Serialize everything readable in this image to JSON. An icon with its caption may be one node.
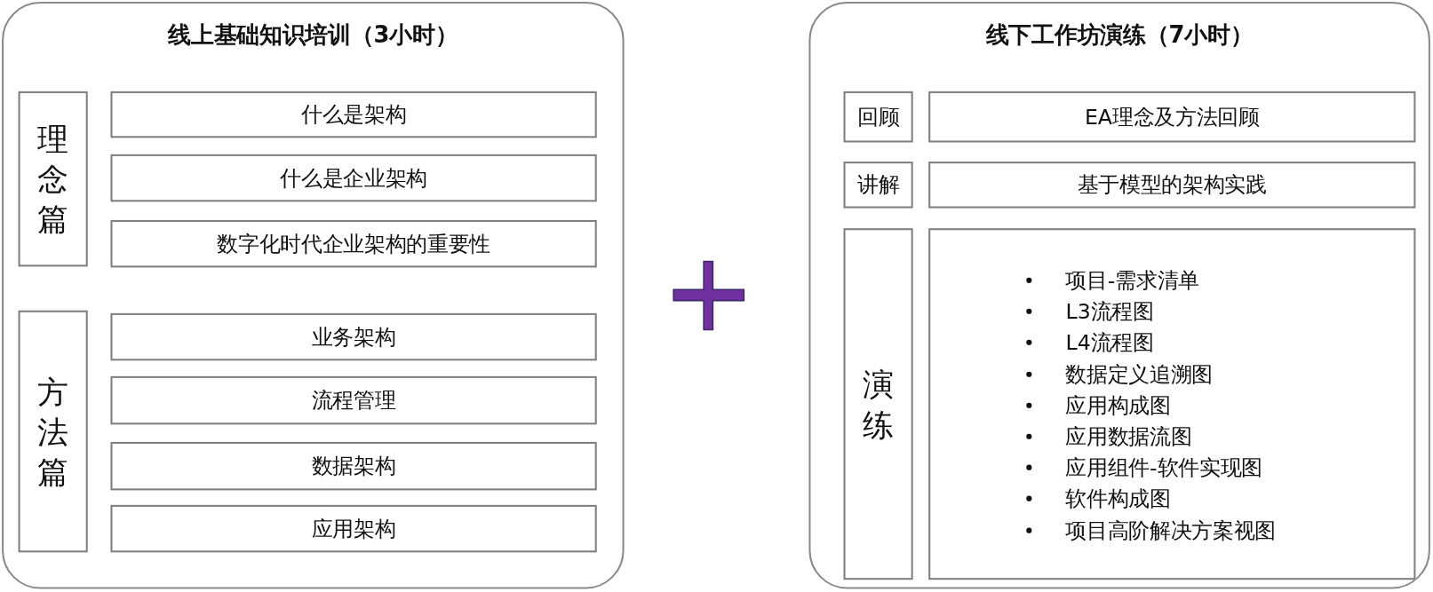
{
  "diagram": {
    "nodes": [
      {
        "text": [
          "线上基础知识培训（3小时）"
        ]
      },
      {
        "text": [
          "理念篇"
        ],
        "in": 0
      },
      {
        "text": [
          "什么是架构"
        ],
        "in": 0
      },
      {
        "text": [
          "什么是企业架构"
        ],
        "in": 0
      },
      {
        "text": [
          "数字化时代企业架构的重要性"
        ],
        "in": 0
      },
      {
        "text": [
          "方法篇"
        ],
        "in": 0
      },
      {
        "text": [
          "业务架构"
        ],
        "in": 0
      },
      {
        "text": [
          "流程管理"
        ],
        "in": 0
      },
      {
        "text": [
          "数据架构"
        ],
        "in": 0
      },
      {
        "text": [
          "应用架构"
        ],
        "in": 0
      },
      {
        "text": [
          "线下工作坊演练（7小时）"
        ]
      },
      {
        "text": [
          "回顾"
        ],
        "in": 10
      },
      {
        "text": [
          "EA理念及方法回顾"
        ],
        "in": 10
      },
      {
        "text": [
          "讲解"
        ],
        "in": 10
      },
      {
        "text": [
          "基于模型的架构实践"
        ],
        "in": 10
      },
      {
        "text": [
          "演练"
        ],
        "in": 10
      },
      {
        "text": [
          "项目-需求清单",
          "L3流程图",
          "L4流程图",
          "数据定义追溯图",
          "应用构成图",
          "应用数据流图",
          "应用组件-软件实现图",
          "软件构成图",
          "项目高阶解决方案视图"
        ],
        "in": 10
      }
    ],
    "edges": []
  }
}
